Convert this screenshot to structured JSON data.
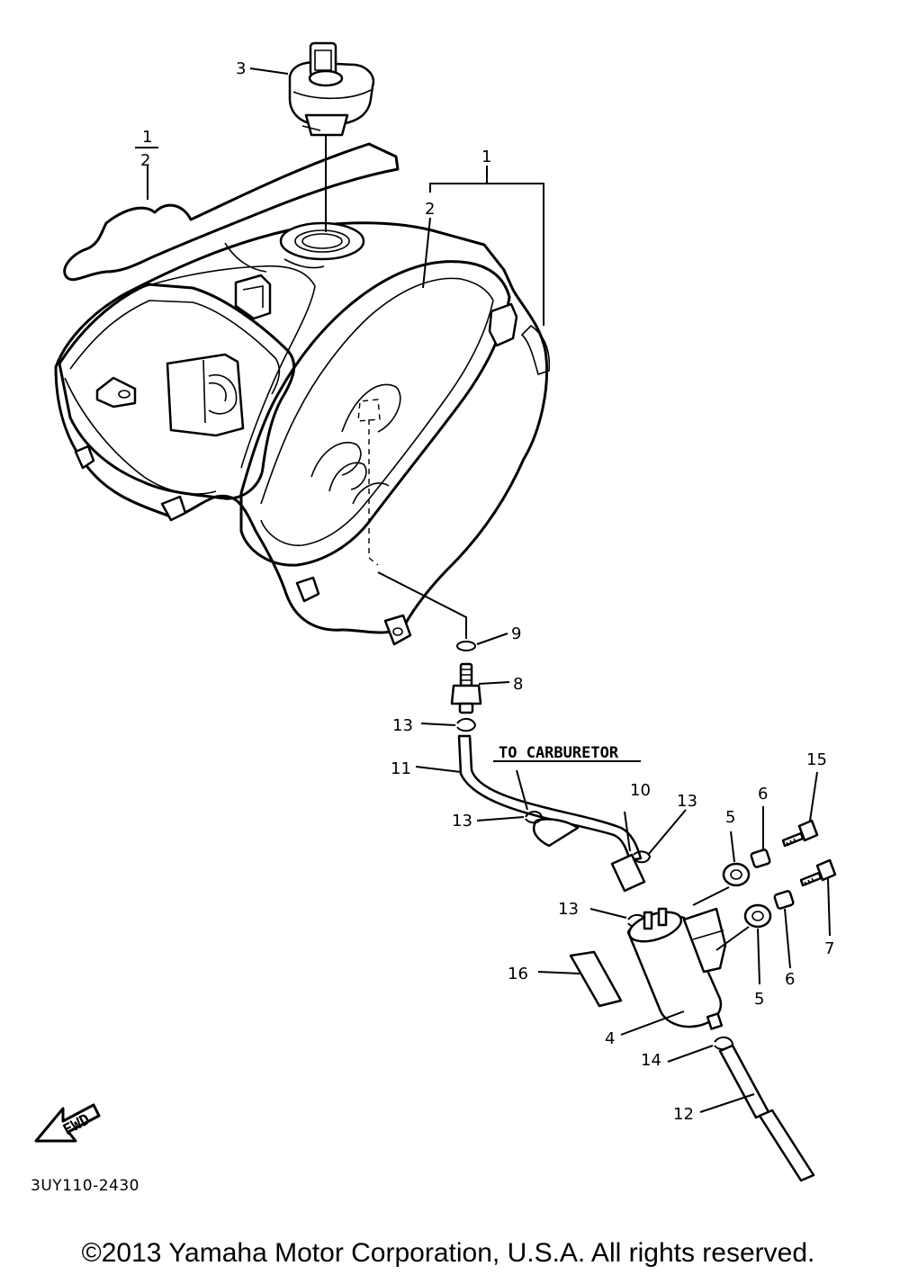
{
  "callouts": {
    "c1_top_fraction_num": "1",
    "c1_top_fraction_den": "2",
    "c1_bracket": "1",
    "c2": "2",
    "c3": "3",
    "c4": "4",
    "c5_upper": "5",
    "c5_lower": "5",
    "c6_upper": "6",
    "c6_lower": "6",
    "c7": "7",
    "c8": "8",
    "c9": "9",
    "c10": "10",
    "c11": "11",
    "c12": "12",
    "c13_a": "13",
    "c13_b": "13",
    "c13_c": "13",
    "c13_d": "13",
    "c14": "14",
    "c15": "15",
    "c16": "16"
  },
  "annotations": {
    "to_carburetor": "TO CARBURETOR",
    "fwd": "FWD"
  },
  "diagram_code": "3UY110-2430",
  "copyright": "©2013 Yamaha Motor Corporation, U.S.A. All rights reserved."
}
